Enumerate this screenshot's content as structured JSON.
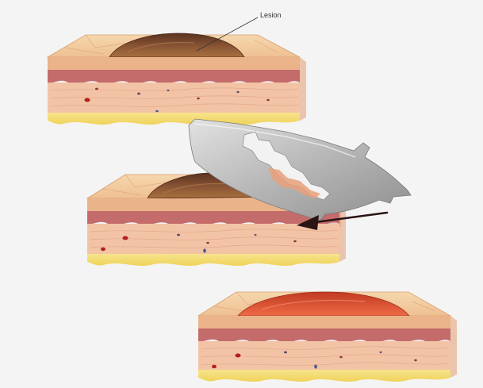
{
  "callout": {
    "label": "Lesion"
  },
  "steps": [
    {
      "name": "skin-with-raised-lesion"
    },
    {
      "name": "razor-blade-shave-excision"
    },
    {
      "name": "excised-wound-bed"
    }
  ],
  "colors": {
    "epidermis_top": "#f3cfa3",
    "epidermis_side": "#e9b48a",
    "dermis_papillary": "#c56a6a",
    "dermis_reticular": "#f3c3a8",
    "fat": "#f3dc6e",
    "lesion": "#7a4a2e",
    "wound": "#d84a2a",
    "blade": "#b8b8b8",
    "arrow": "#2a1414"
  },
  "icons": {
    "blade": "razor-blade-icon",
    "arrow": "direction-arrow-icon"
  }
}
